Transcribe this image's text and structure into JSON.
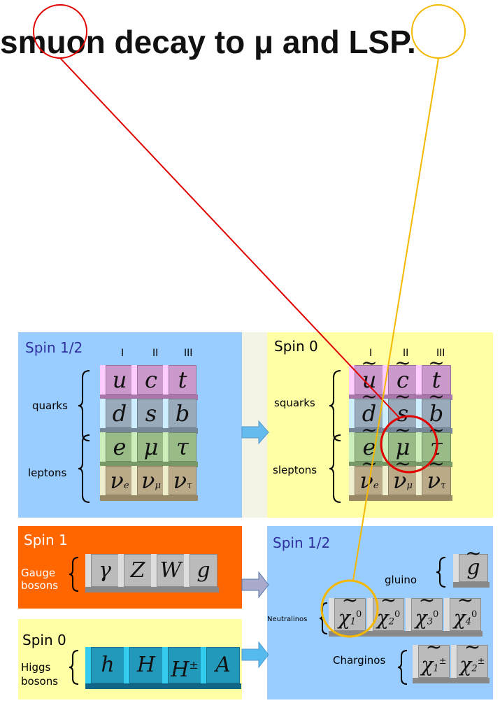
{
  "title": "smuon decay to μ and LSP.",
  "colors": {
    "blue_panel": "#99ccff",
    "yellow_panel": "#ffffa6",
    "orange_panel": "#ff6600",
    "red_marker": "#e00000",
    "orange_marker": "#f5b800"
  },
  "sm_fermions": {
    "title": "Spin 1/2",
    "generations": [
      "I",
      "II",
      "III"
    ],
    "quarks_label": "quarks",
    "leptons_label": "leptons",
    "rows": [
      {
        "cells": [
          "u",
          "c",
          "t"
        ]
      },
      {
        "cells": [
          "d",
          "s",
          "b"
        ]
      },
      {
        "cells": [
          "e",
          "μ",
          "τ"
        ]
      },
      {
        "cells": [
          "ν",
          "ν",
          "ν"
        ],
        "subs": [
          "e",
          "μ",
          "τ"
        ]
      }
    ]
  },
  "sfermions": {
    "title": "Spin 0",
    "generations": [
      "I",
      "II",
      "III"
    ],
    "squarks_label": "squarks",
    "sleptons_label": "sleptons"
  },
  "gauge": {
    "title": "Spin 1",
    "label_line1": "Gauge",
    "label_line2": "bosons",
    "cells": [
      "γ",
      "Z",
      "W",
      "g"
    ]
  },
  "higgs": {
    "title": "Spin 0",
    "label_line1": "Higgs",
    "label_line2": "bosons",
    "cells": [
      "h",
      "H",
      "H",
      "A"
    ],
    "charge_sup": "±"
  },
  "gauginos": {
    "title": "Spin 1/2",
    "gluino_label": "gluino",
    "gluino_symbol": "g",
    "neutralinos_label": "Neutralinos",
    "charginos_label": "Charginos",
    "chi": "χ",
    "neutralino_subs": [
      "1",
      "2",
      "3",
      "4"
    ],
    "neutralino_sup": "0",
    "chargino_subs": [
      "1",
      "2"
    ],
    "chargino_sup": "±"
  }
}
